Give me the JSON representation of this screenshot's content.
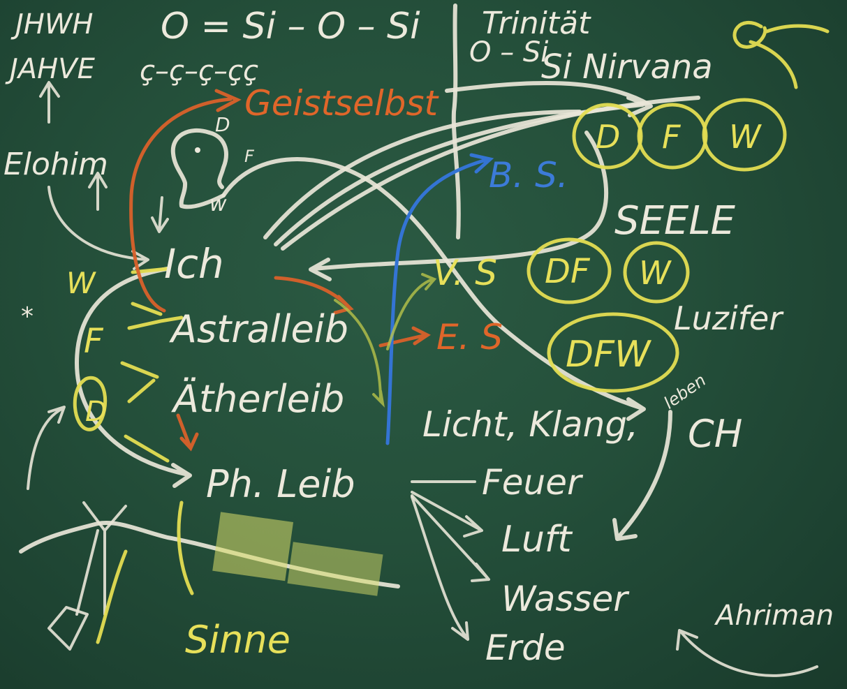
{
  "board": {
    "top_left": {
      "jhwh": "JHWH",
      "jahve": "JAHVE",
      "formula_1": "O = Si – O – Si",
      "formula_2": "ç–ç–ç–çç"
    },
    "trinity": {
      "trinitaet": "Trinität",
      "o_si": "O – Si",
      "si_nirvana": "Si Nirvana"
    },
    "left": {
      "elohim": "Elohim",
      "w": "W",
      "f": "F",
      "d": "D",
      "star": "*"
    },
    "head": {
      "d": "D",
      "f": "F",
      "w": "w"
    },
    "bodies": {
      "geistselbst": "Geistselbst",
      "ich": "Ich",
      "astralleib": "Astralleib",
      "aetherleib": "Ätherleib",
      "ph_leib": "Ph. Leib"
    },
    "souls": {
      "bs": "B. S.",
      "vs": "V. S",
      "es": "E. S",
      "seele": "SEELE",
      "top_circles": [
        "D",
        "F",
        "W"
      ],
      "mid_circles": [
        "DF",
        "W"
      ],
      "low_circle": "DFW"
    },
    "right": {
      "luzifer": "Luzifer",
      "leben": "leben",
      "ch": "CH",
      "licht_klang": "Licht, Klang,",
      "ahriman": "Ahriman"
    },
    "elements": {
      "feuer": "Feuer",
      "luft": "Luft",
      "wasser": "Wasser",
      "erde": "Erde"
    },
    "bottom": {
      "sinne": "Sinne"
    },
    "colors": {
      "board": "#244f3a",
      "chalk_white": "#ece9dc",
      "chalk_yellow": "#e7e05a",
      "chalk_orange": "#e0662a",
      "chalk_blue": "#3c7bd8"
    }
  }
}
